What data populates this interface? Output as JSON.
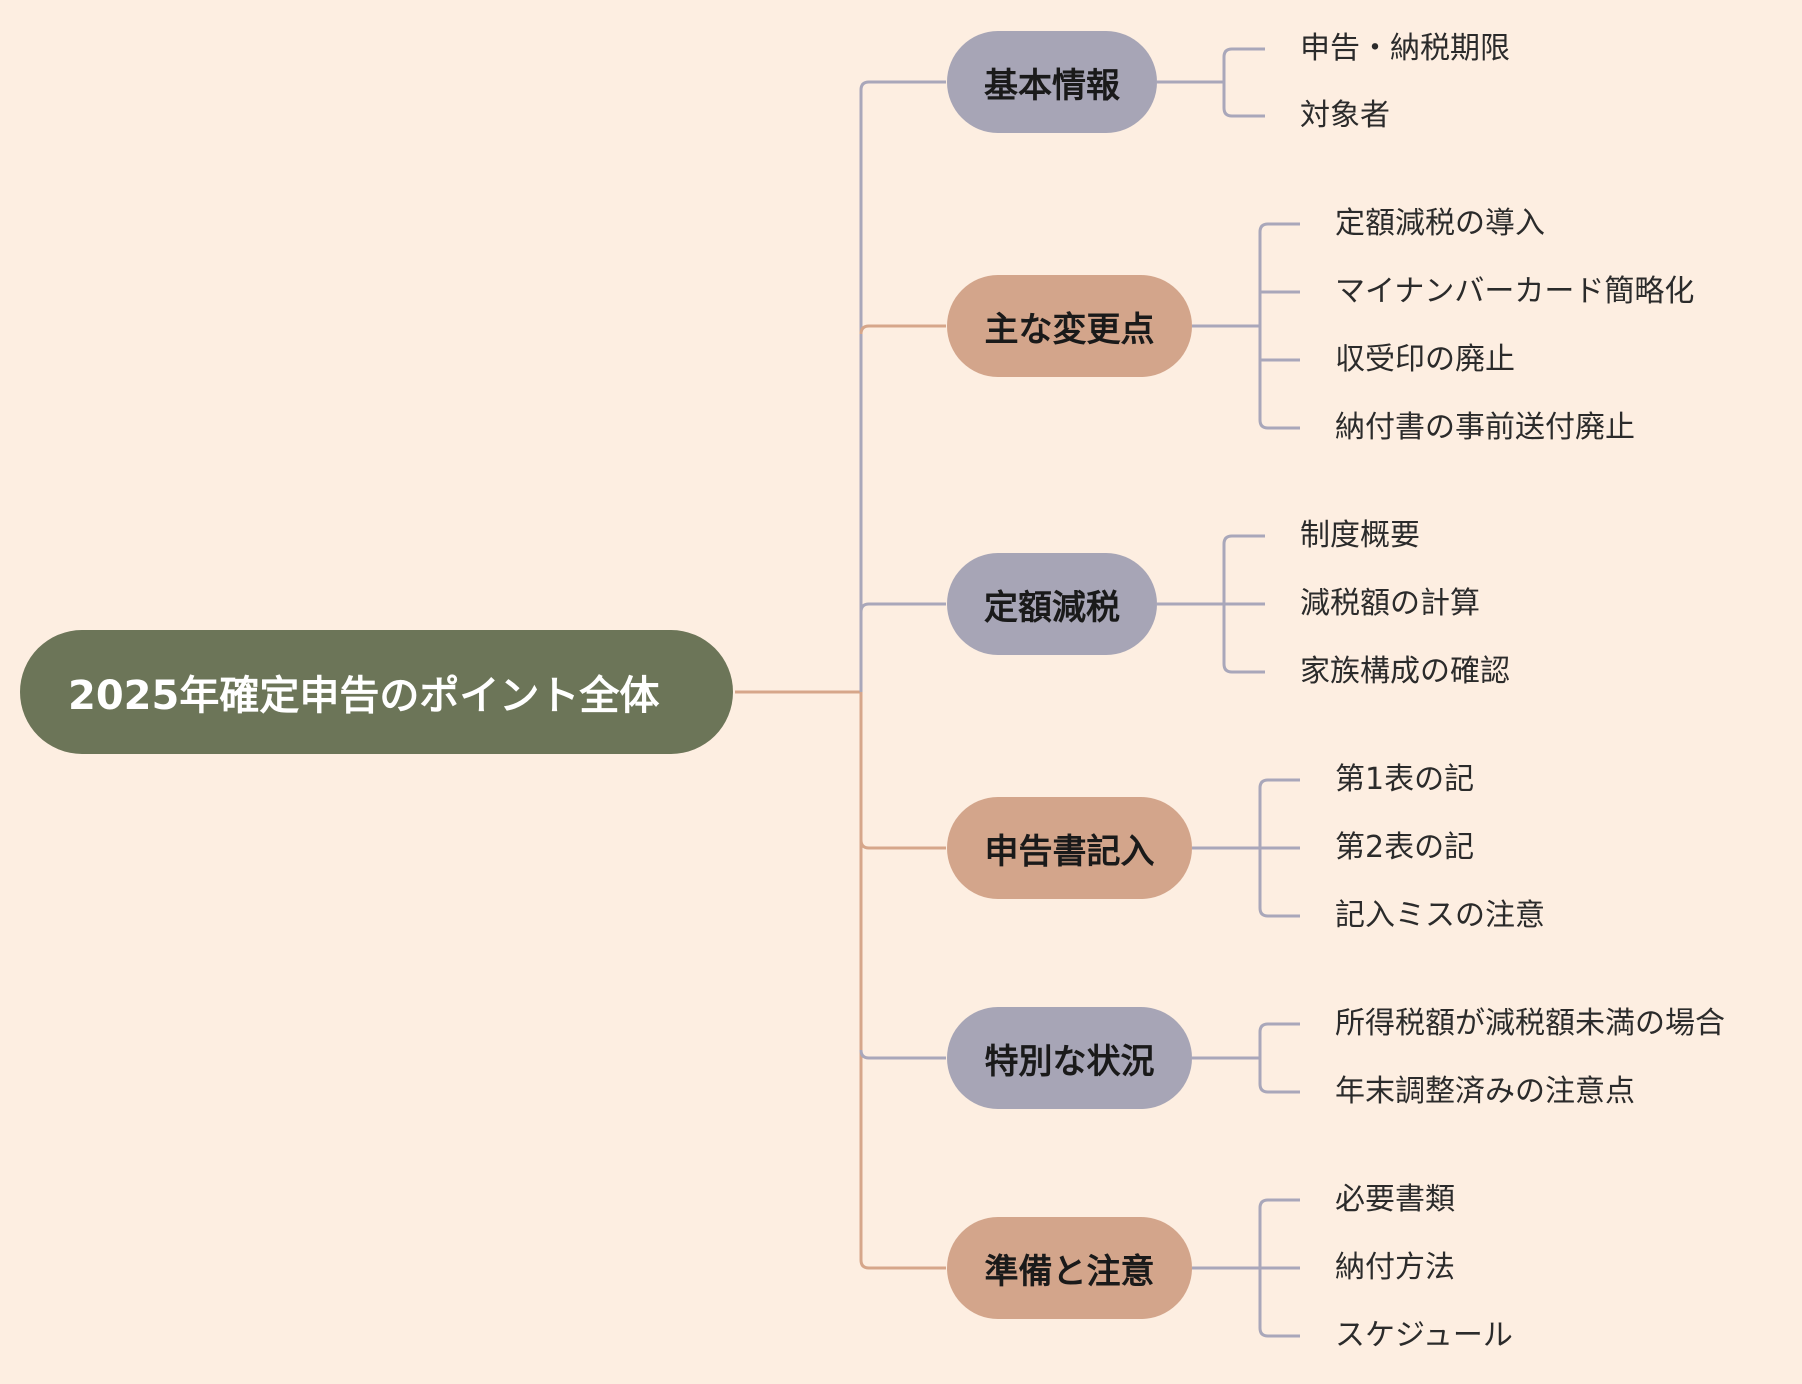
{
  "root": {
    "label": "2025年確定申告のポイント全体"
  },
  "colors": {
    "background": "#fdeee1",
    "root_fill": "#6c7558",
    "branch_gray": "#a7a5b6",
    "branch_tan": "#d3a58b",
    "line_gray": "#a9a7ba",
    "line_tan": "#d6a68a"
  },
  "branches": [
    {
      "label": "基本情報",
      "color": "gray",
      "children": [
        "申告・納税期限",
        "対象者"
      ]
    },
    {
      "label": "主な変更点",
      "color": "tan",
      "children": [
        "定額減税の導入",
        "マイナンバーカード簡略化",
        "収受印の廃止",
        "納付書の事前送付廃止"
      ]
    },
    {
      "label": "定額減税",
      "color": "gray",
      "children": [
        "制度概要",
        "減税額の計算",
        "家族構成の確認"
      ]
    },
    {
      "label": "申告書記入",
      "color": "tan",
      "children": [
        "第1表の記",
        "第2表の記",
        "記入ミスの注意"
      ]
    },
    {
      "label": "特別な状況",
      "color": "gray",
      "children": [
        "所得税額が減税額未満の場合",
        "年末調整済みの注意点"
      ]
    },
    {
      "label": "準備と注意",
      "color": "tan",
      "children": [
        "必要書類",
        "納付方法",
        "スケジュール"
      ]
    }
  ]
}
